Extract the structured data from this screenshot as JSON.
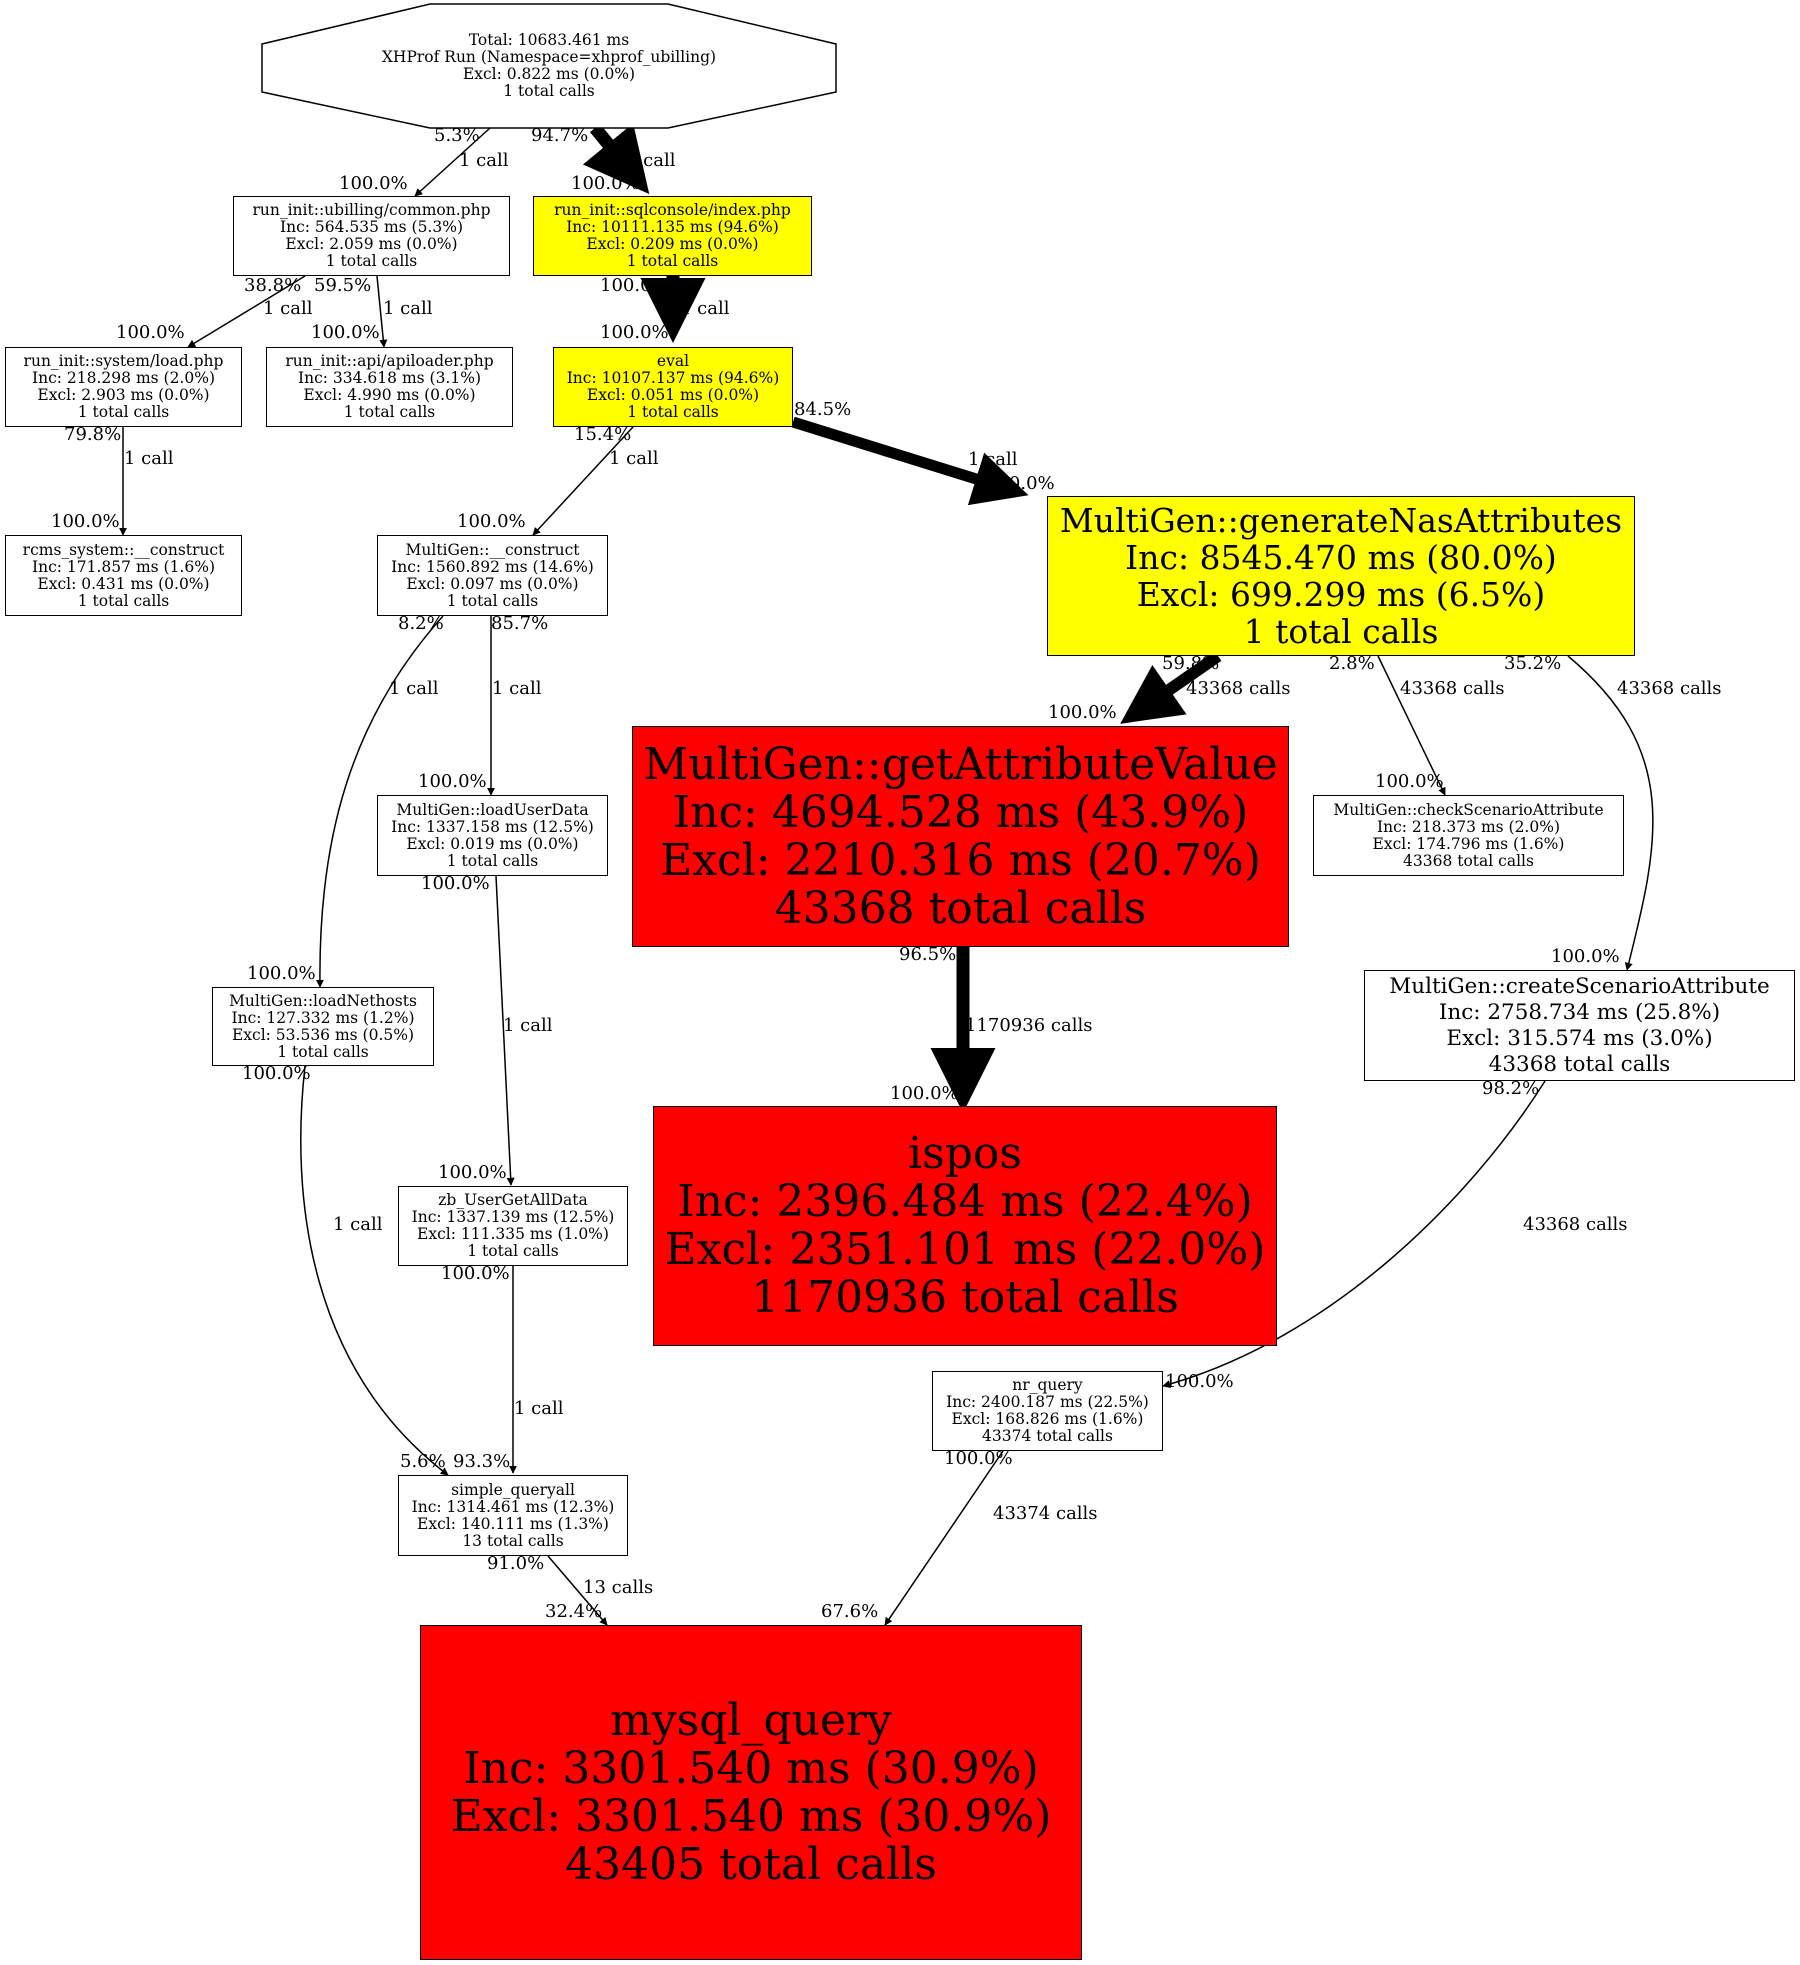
{
  "nodes": {
    "root": [
      "Total: 10683.461 ms",
      "XHProf Run (Namespace=xhprof_ubilling)",
      "Excl: 0.822 ms (0.0%)",
      "1 total calls"
    ],
    "common": [
      "run_init::ubilling/common.php",
      "Inc: 564.535 ms (5.3%)",
      "Excl: 2.059 ms (0.0%)",
      "1 total calls"
    ],
    "sqlconsole": [
      "run_init::sqlconsole/index.php",
      "Inc: 10111.135 ms (94.6%)",
      "Excl: 0.209 ms (0.0%)",
      "1 total calls"
    ],
    "load": [
      "run_init::system/load.php",
      "Inc: 218.298 ms (2.0%)",
      "Excl: 2.903 ms (0.0%)",
      "1 total calls"
    ],
    "apiloader": [
      "run_init::api/apiloader.php",
      "Inc: 334.618 ms (3.1%)",
      "Excl: 4.990 ms (0.0%)",
      "1 total calls"
    ],
    "eval": [
      "eval",
      "Inc: 10107.137 ms (94.6%)",
      "Excl: 0.051 ms (0.0%)",
      "1 total calls"
    ],
    "rcms": [
      "rcms_system::__construct",
      "Inc: 171.857 ms (1.6%)",
      "Excl: 0.431 ms (0.0%)",
      "1 total calls"
    ],
    "construct": [
      "MultiGen::__construct",
      "Inc: 1560.892 ms (14.6%)",
      "Excl: 0.097 ms (0.0%)",
      "1 total calls"
    ],
    "genNas": [
      "MultiGen::generateNasAttributes",
      "Inc: 8545.470 ms (80.0%)",
      "Excl: 699.299 ms (6.5%)",
      "1 total calls"
    ],
    "getAttr": [
      "MultiGen::getAttributeValue",
      "Inc: 4694.528 ms (43.9%)",
      "Excl: 2210.316 ms (20.7%)",
      "43368 total calls"
    ],
    "checkScen": [
      "MultiGen::checkScenarioAttribute",
      "Inc: 218.373 ms (2.0%)",
      "Excl: 174.796 ms (1.6%)",
      "43368 total calls"
    ],
    "loadUser": [
      "MultiGen::loadUserData",
      "Inc: 1337.158 ms (12.5%)",
      "Excl: 0.019 ms (0.0%)",
      "1 total calls"
    ],
    "createScen": [
      "MultiGen::createScenarioAttribute",
      "Inc: 2758.734 ms (25.8%)",
      "Excl: 315.574 ms (3.0%)",
      "43368 total calls"
    ],
    "nethosts": [
      "MultiGen::loadNethosts",
      "Inc: 127.332 ms (1.2%)",
      "Excl: 53.536 ms (0.5%)",
      "1 total calls"
    ],
    "ispos": [
      "ispos",
      "Inc: 2396.484 ms (22.4%)",
      "Excl: 2351.101 ms (22.0%)",
      "1170936 total calls"
    ],
    "zbUser": [
      "zb_UserGetAllData",
      "Inc: 1337.139 ms (12.5%)",
      "Excl: 111.335 ms (1.0%)",
      "1 total calls"
    ],
    "nrQuery": [
      "nr_query",
      "Inc: 2400.187 ms (22.5%)",
      "Excl: 168.826 ms (1.6%)",
      "43374 total calls"
    ],
    "simpleQ": [
      "simple_queryall",
      "Inc: 1314.461 ms (12.3%)",
      "Excl: 140.111 ms (1.3%)",
      "13 total calls"
    ],
    "mysql": [
      "mysql_query",
      "Inc: 3301.540 ms (30.9%)",
      "Excl: 3301.540 ms (30.9%)",
      "43405 total calls"
    ]
  },
  "labels": {
    "e1_src": "5.3%",
    "e1_calls": "1 call",
    "e1_dst": "100.0%",
    "e2_src": "94.7%",
    "e2_calls": "1 call",
    "e2_dst": "100.0%",
    "e3_src": "38.8%",
    "e3_calls": "1 call",
    "e3_dst": "100.0%",
    "e4_src": "59.5%",
    "e4_calls": "1 call",
    "e4_dst": "100.0%",
    "e5_src": "100.0%",
    "e5_calls": "1 call",
    "e5_dst": "100.0%",
    "e6_src": "79.8%",
    "e6_calls": "1 call",
    "e6_dst": "100.0%",
    "e7_src": "15.4%",
    "e7_calls": "1 call",
    "e7_dst": "100.0%",
    "e8_src": "84.5%",
    "e8_calls": "1 call",
    "e8_dst": "100.0%",
    "e9_src": "8.2%",
    "e9_calls": "1 call",
    "e9_dst": "100.0%",
    "e10_src": "85.7%",
    "e10_calls": "1 call",
    "e10_dst": "100.0%",
    "e11_src": "59.8%",
    "e11_calls": "43368 calls",
    "e11_dst": "100.0%",
    "e12_src": "2.8%",
    "e12_calls": "43368 calls",
    "e12_dst": "100.0%",
    "e13_src": "35.2%",
    "e13_calls": "43368 calls",
    "e13_dst": "100.0%",
    "e14_src": "100.0%",
    "e14_calls": "1 call",
    "e14_dst": "100.0%",
    "e15_src": "96.5%",
    "e15_calls": "1170936 calls",
    "e15_dst": "100.0%",
    "e16_src": "98.2%",
    "e16_calls": "43368 calls",
    "e16_dst": "100.0%",
    "e17_src": "100.0%",
    "e17_calls": "1 call",
    "e17_dst": "5.6%",
    "e18_src": "100.0%",
    "e18_calls": "1 call",
    "e18_dst": "93.3%",
    "e19_src": "100.0%",
    "e19_calls": "43374 calls",
    "e19_dst": "67.6%",
    "e20_src": "91.0%",
    "e20_calls": "13 calls",
    "e20_dst": "32.4%"
  },
  "colors": {
    "hot": "#ff0000",
    "warm": "#ffff00",
    "cold": "#ffffff",
    "edge": "#000000"
  }
}
